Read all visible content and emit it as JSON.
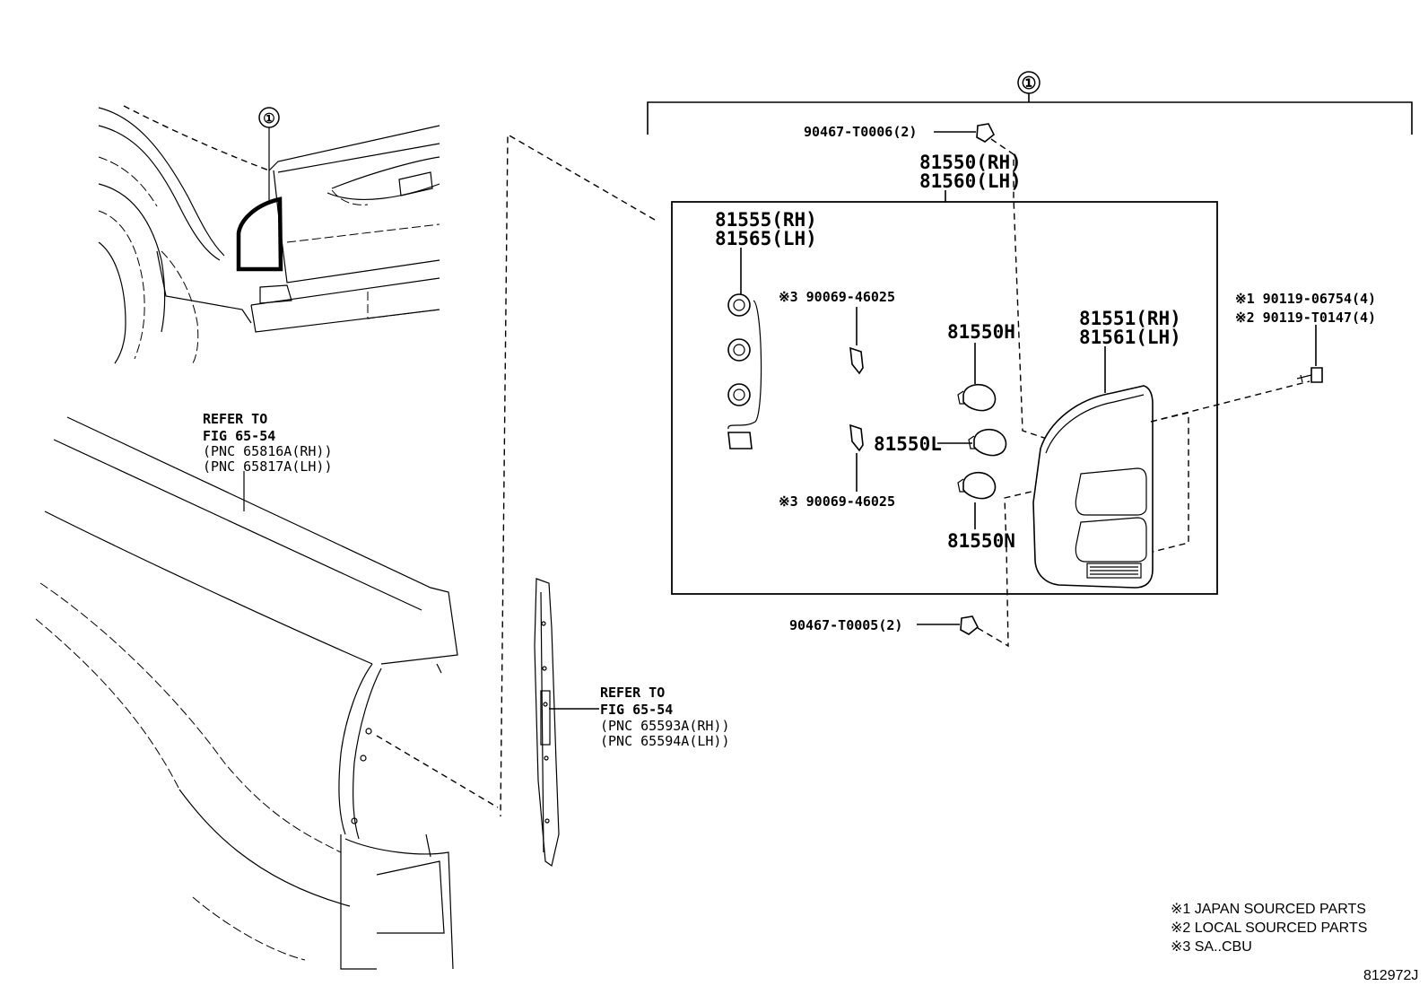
{
  "callouts": {
    "assembly_top": "①",
    "assembly_vehicle": "①"
  },
  "labels": {
    "pn_90467_T0006": "90467-T0006(2)",
    "pn_81550_rh": "81550(RH)",
    "pn_81560_lh": "81560(LH)",
    "pn_81555_rh": "81555(RH)",
    "pn_81565_lh": "81565(LH)",
    "pn_90069_46025_top": "※3 90069-46025",
    "pn_90069_46025_bottom": "※3 90069-46025",
    "pn_81550H": "81550H",
    "pn_81550L": "81550L",
    "pn_81550N": "81550N",
    "pn_81551_rh": "81551(RH)",
    "pn_81561_lh": "81561(LH)",
    "pn_90119_06754": "※1 90119-06754(4)",
    "pn_90119_T0147": "※2 90119-T0147(4)",
    "pn_90467_T0005": "90467-T0005(2)"
  },
  "refer_fender": {
    "line1": "REFER TO",
    "line2": "FIG 65-54",
    "line3": "(PNC 65816A(RH))",
    "line4": "(PNC 65817A(LH))"
  },
  "refer_panel": {
    "line1": "REFER TO",
    "line2": "FIG 65-54",
    "line3": "(PNC 65593A(RH))",
    "line4": "(PNC 65594A(LH))"
  },
  "notes": [
    "※1 JAPAN SOURCED PARTS",
    "※2 LOCAL SOURCED PARTS",
    "※3 SA..CBU"
  ],
  "diagram_id": "812972J"
}
